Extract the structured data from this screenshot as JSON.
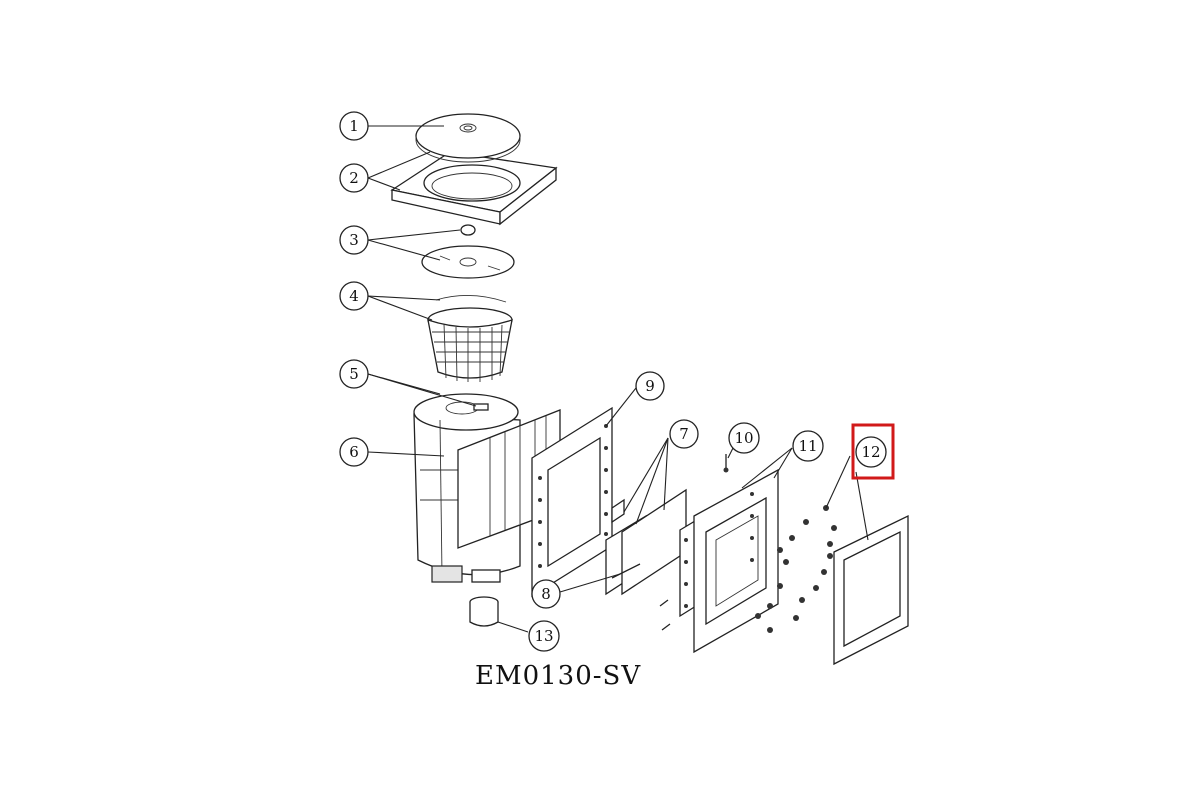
{
  "model_label": "EM0130-SV",
  "callouts": [
    {
      "number": "1",
      "part": "lid"
    },
    {
      "number": "2",
      "part": "deck-collar"
    },
    {
      "number": "3",
      "part": "skimmer-float-plate"
    },
    {
      "number": "4",
      "part": "basket"
    },
    {
      "number": "5",
      "part": "body-top"
    },
    {
      "number": "6",
      "part": "skimmer-body"
    },
    {
      "number": "7",
      "part": "weir"
    },
    {
      "number": "8",
      "part": "weir-pin"
    },
    {
      "number": "9",
      "part": "front-flange"
    },
    {
      "number": "10",
      "part": "screw-set"
    },
    {
      "number": "11",
      "part": "gasket-frame"
    },
    {
      "number": "12",
      "part": "faceplate"
    },
    {
      "number": "13",
      "part": "adapter"
    }
  ],
  "highlighted_callout": "12",
  "colors": {
    "line": "#222222",
    "highlight": "#d11a1a",
    "background": "#ffffff"
  }
}
